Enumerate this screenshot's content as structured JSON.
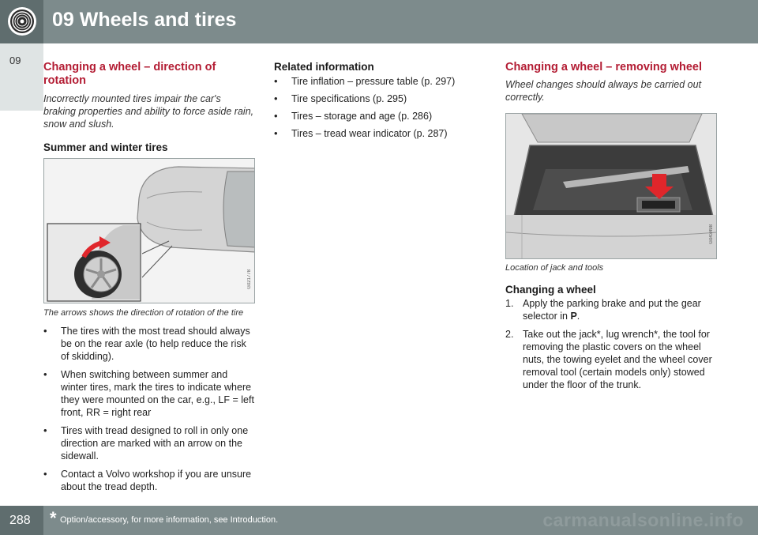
{
  "header": {
    "title": "09 Wheels and tires",
    "icon": "wheel-icon",
    "chapter_tab": "09"
  },
  "col1": {
    "heading": "Changing a wheel – direction of rotation",
    "intro": "Incorrectly mounted tires impair the car's braking properties and ability to force aside rain, snow and slush.",
    "subheading": "Summer and winter tires",
    "figure_code": "G021778",
    "caption": "The arrows shows the direction of rotation of the tire",
    "bullets": [
      "The tires with the most tread should always be on the rear axle (to help reduce the risk of skidding).",
      "When switching between summer and winter tires, mark the tires to indicate where they were mounted on the car, e.g., LF = left front, RR = right rear",
      "Tires with tread designed to roll in only one direction are marked with an arrow on the sidewall.",
      "Contact a Volvo workshop if you are unsure about the tread depth."
    ]
  },
  "col2": {
    "heading": "Related information",
    "links": [
      "Tire inflation – pressure table (p. 297)",
      "Tire specifications (p. 295)",
      "Tires – storage and age (p. 286)",
      "Tires – tread wear indicator (p. 287)"
    ]
  },
  "col3": {
    "heading": "Changing a wheel – removing wheel",
    "intro": "Wheel changes should always be carried out correctly.",
    "figure_code": "G043498",
    "caption": "Location of jack and tools",
    "subheading": "Changing a wheel",
    "steps": [
      {
        "num": "1.",
        "pre": "Apply the parking brake and put the gear selector in ",
        "bold": "P",
        "post": "."
      },
      {
        "num": "2.",
        "pre": "Take out the jack*, lug wrench*, the tool for removing the plastic covers on the wheel nuts, the towing eyelet and the wheel cover removal tool (certain models only) stowed under the floor of the trunk.",
        "bold": "",
        "post": ""
      }
    ]
  },
  "footer": {
    "page": "288",
    "star": "*",
    "note": "Option/accessory, for more information, see Introduction.",
    "watermark": "carmanualsonline.info"
  },
  "colors": {
    "header_bg": "#7d8b8c",
    "header_dark": "#5f6d6e",
    "heading_red": "#b31c33",
    "arrow_red": "#e0262b"
  }
}
